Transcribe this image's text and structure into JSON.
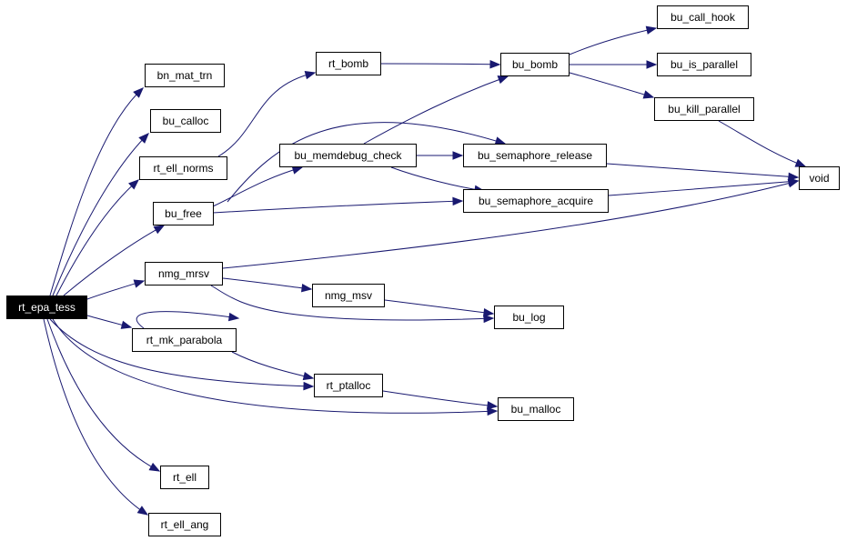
{
  "graph": {
    "root": "rt_epa_tess",
    "edge_color": "#191970",
    "nodes": [
      {
        "id": "rt_epa_tess",
        "label": "rt_epa_tess",
        "root": true
      },
      {
        "id": "bn_mat_trn",
        "label": "bn_mat_trn"
      },
      {
        "id": "bu_calloc",
        "label": "bu_calloc"
      },
      {
        "id": "rt_ell_norms",
        "label": "rt_ell_norms"
      },
      {
        "id": "bu_free",
        "label": "bu_free"
      },
      {
        "id": "nmg_mrsv",
        "label": "nmg_mrsv"
      },
      {
        "id": "rt_mk_parabola",
        "label": "rt_mk_parabola"
      },
      {
        "id": "rt_ell",
        "label": "rt_ell"
      },
      {
        "id": "rt_ell_ang",
        "label": "rt_ell_ang"
      },
      {
        "id": "rt_bomb",
        "label": "rt_bomb"
      },
      {
        "id": "bu_memdebug_check",
        "label": "bu_memdebug_check"
      },
      {
        "id": "nmg_msv",
        "label": "nmg_msv"
      },
      {
        "id": "rt_ptalloc",
        "label": "rt_ptalloc"
      },
      {
        "id": "bu_bomb",
        "label": "bu_bomb"
      },
      {
        "id": "bu_semaphore_release",
        "label": "bu_semaphore_release"
      },
      {
        "id": "bu_semaphore_acquire",
        "label": "bu_semaphore_acquire"
      },
      {
        "id": "bu_log",
        "label": "bu_log"
      },
      {
        "id": "bu_malloc",
        "label": "bu_malloc"
      },
      {
        "id": "bu_call_hook",
        "label": "bu_call_hook"
      },
      {
        "id": "bu_is_parallel",
        "label": "bu_is_parallel"
      },
      {
        "id": "bu_kill_parallel",
        "label": "bu_kill_parallel"
      },
      {
        "id": "void",
        "label": "void"
      }
    ],
    "edges": [
      {
        "from": "rt_epa_tess",
        "to": "bn_mat_trn"
      },
      {
        "from": "rt_epa_tess",
        "to": "bu_calloc"
      },
      {
        "from": "rt_epa_tess",
        "to": "rt_ell_norms"
      },
      {
        "from": "rt_epa_tess",
        "to": "bu_free"
      },
      {
        "from": "rt_epa_tess",
        "to": "nmg_mrsv"
      },
      {
        "from": "rt_epa_tess",
        "to": "rt_mk_parabola"
      },
      {
        "from": "rt_epa_tess",
        "to": "rt_ptalloc"
      },
      {
        "from": "rt_epa_tess",
        "to": "bu_malloc"
      },
      {
        "from": "rt_epa_tess",
        "to": "rt_ell"
      },
      {
        "from": "rt_epa_tess",
        "to": "rt_ell_ang"
      },
      {
        "from": "rt_ell_norms",
        "to": "rt_bomb"
      },
      {
        "from": "bu_free",
        "to": "bu_memdebug_check"
      },
      {
        "from": "bu_free",
        "to": "bu_semaphore_release"
      },
      {
        "from": "bu_free",
        "to": "bu_semaphore_acquire"
      },
      {
        "from": "nmg_mrsv",
        "to": "void"
      },
      {
        "from": "nmg_mrsv",
        "to": "nmg_msv"
      },
      {
        "from": "nmg_mrsv",
        "to": "bu_log"
      },
      {
        "from": "rt_mk_parabola",
        "to": "rt_mk_parabola"
      },
      {
        "from": "rt_mk_parabola",
        "to": "rt_ptalloc"
      },
      {
        "from": "rt_bomb",
        "to": "bu_bomb"
      },
      {
        "from": "bu_memdebug_check",
        "to": "bu_bomb"
      },
      {
        "from": "bu_memdebug_check",
        "to": "bu_semaphore_release"
      },
      {
        "from": "bu_memdebug_check",
        "to": "bu_semaphore_acquire"
      },
      {
        "from": "nmg_msv",
        "to": "bu_log"
      },
      {
        "from": "rt_ptalloc",
        "to": "bu_malloc"
      },
      {
        "from": "bu_bomb",
        "to": "bu_call_hook"
      },
      {
        "from": "bu_bomb",
        "to": "bu_is_parallel"
      },
      {
        "from": "bu_bomb",
        "to": "bu_kill_parallel"
      },
      {
        "from": "bu_semaphore_release",
        "to": "void"
      },
      {
        "from": "bu_semaphore_acquire",
        "to": "void"
      },
      {
        "from": "bu_kill_parallel",
        "to": "void"
      }
    ]
  }
}
